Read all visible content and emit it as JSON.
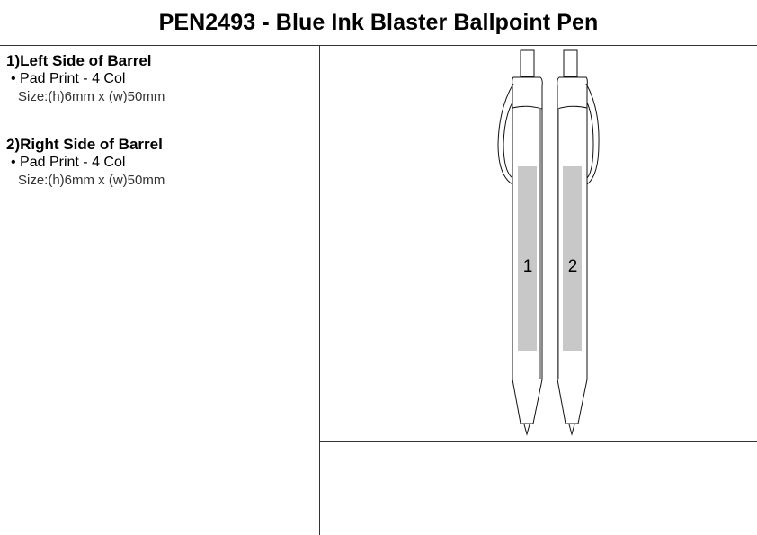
{
  "title": "PEN2493 - Blue Ink Blaster Ballpoint Pen",
  "positions": [
    {
      "heading": "1)Left Side of Barrel",
      "method": "• Pad Print - 4 Col",
      "size": "Size:(h)6mm x (w)50mm",
      "label": "1"
    },
    {
      "heading": "2)Right Side of Barrel",
      "method": "• Pad Print - 4 Col",
      "size": "Size:(h)6mm x (w)50mm",
      "label": "2"
    }
  ],
  "colors": {
    "print_area": "#c8c8c8",
    "lines": "#333333"
  }
}
